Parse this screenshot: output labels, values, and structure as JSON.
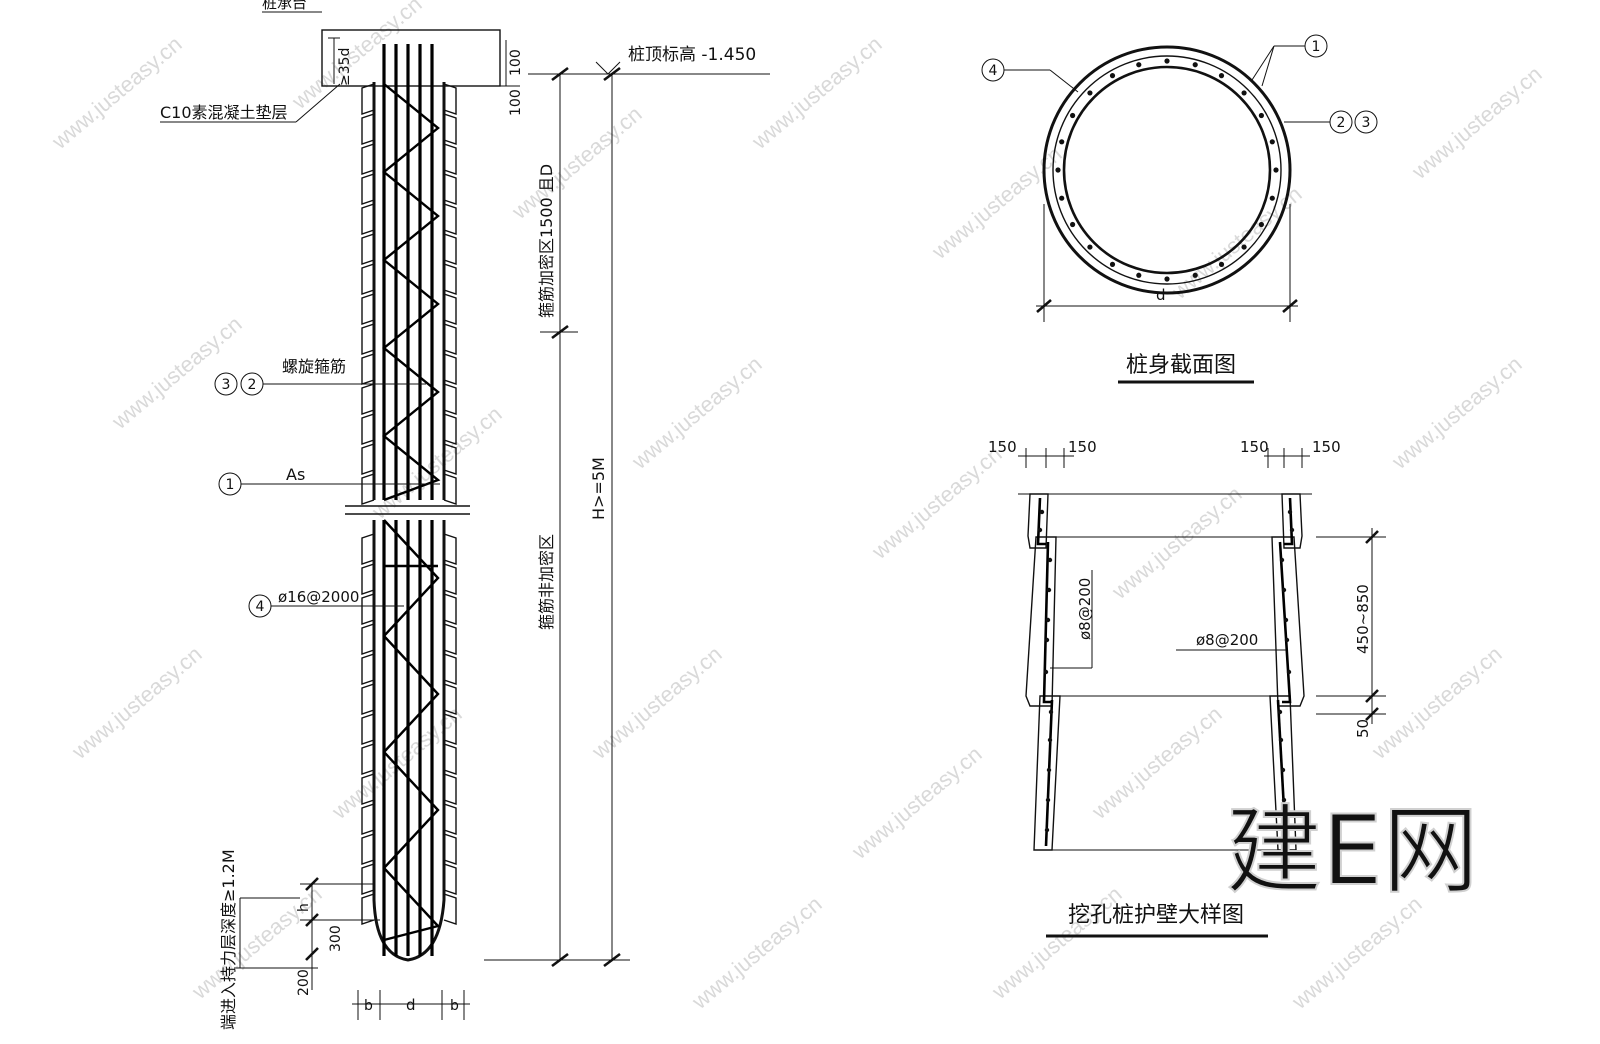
{
  "labels": {
    "cap_label": "桩承台",
    "anchor_35d": "≥35d",
    "cushion": "C10素混凝土垫层",
    "dim_100_a": "100",
    "dim_100_b": "100",
    "top_elev": "桩顶标高 -1.450",
    "zone_dense": "箍筋加密区1500 且D",
    "zone_nondense": "箍筋非加密区",
    "total_h": "H>=5M",
    "spiral": "螺旋箍筋",
    "bal_3": "3",
    "bal_2": "2",
    "bal_1": "1",
    "as": "As",
    "bal_4": "4",
    "ring_bar": "ø16@2000",
    "bearing": "端进入持力层深度≥1.2M",
    "dim_h": "h",
    "dim_300": "300",
    "dim_200": "200",
    "dim_b1": "b",
    "dim_d": "d",
    "dim_b2": "b"
  },
  "section": {
    "title": "桩身截面图",
    "bal_4": "4",
    "bal_1": "1",
    "bal_2": "2",
    "bal_3": "3",
    "dim_d": "d"
  },
  "detail": {
    "title": "挖孔桩护壁大样图",
    "dim_150_1": "150",
    "dim_150_2": "150",
    "dim_150_3": "150",
    "dim_150_4": "150",
    "rebar_v": "ø8@200",
    "rebar_h": "ø8@200",
    "dim_450_850": "450~850",
    "dim_50": "50"
  },
  "watermark": {
    "text": "www.justeasy.cn",
    "logo": "建E网"
  }
}
